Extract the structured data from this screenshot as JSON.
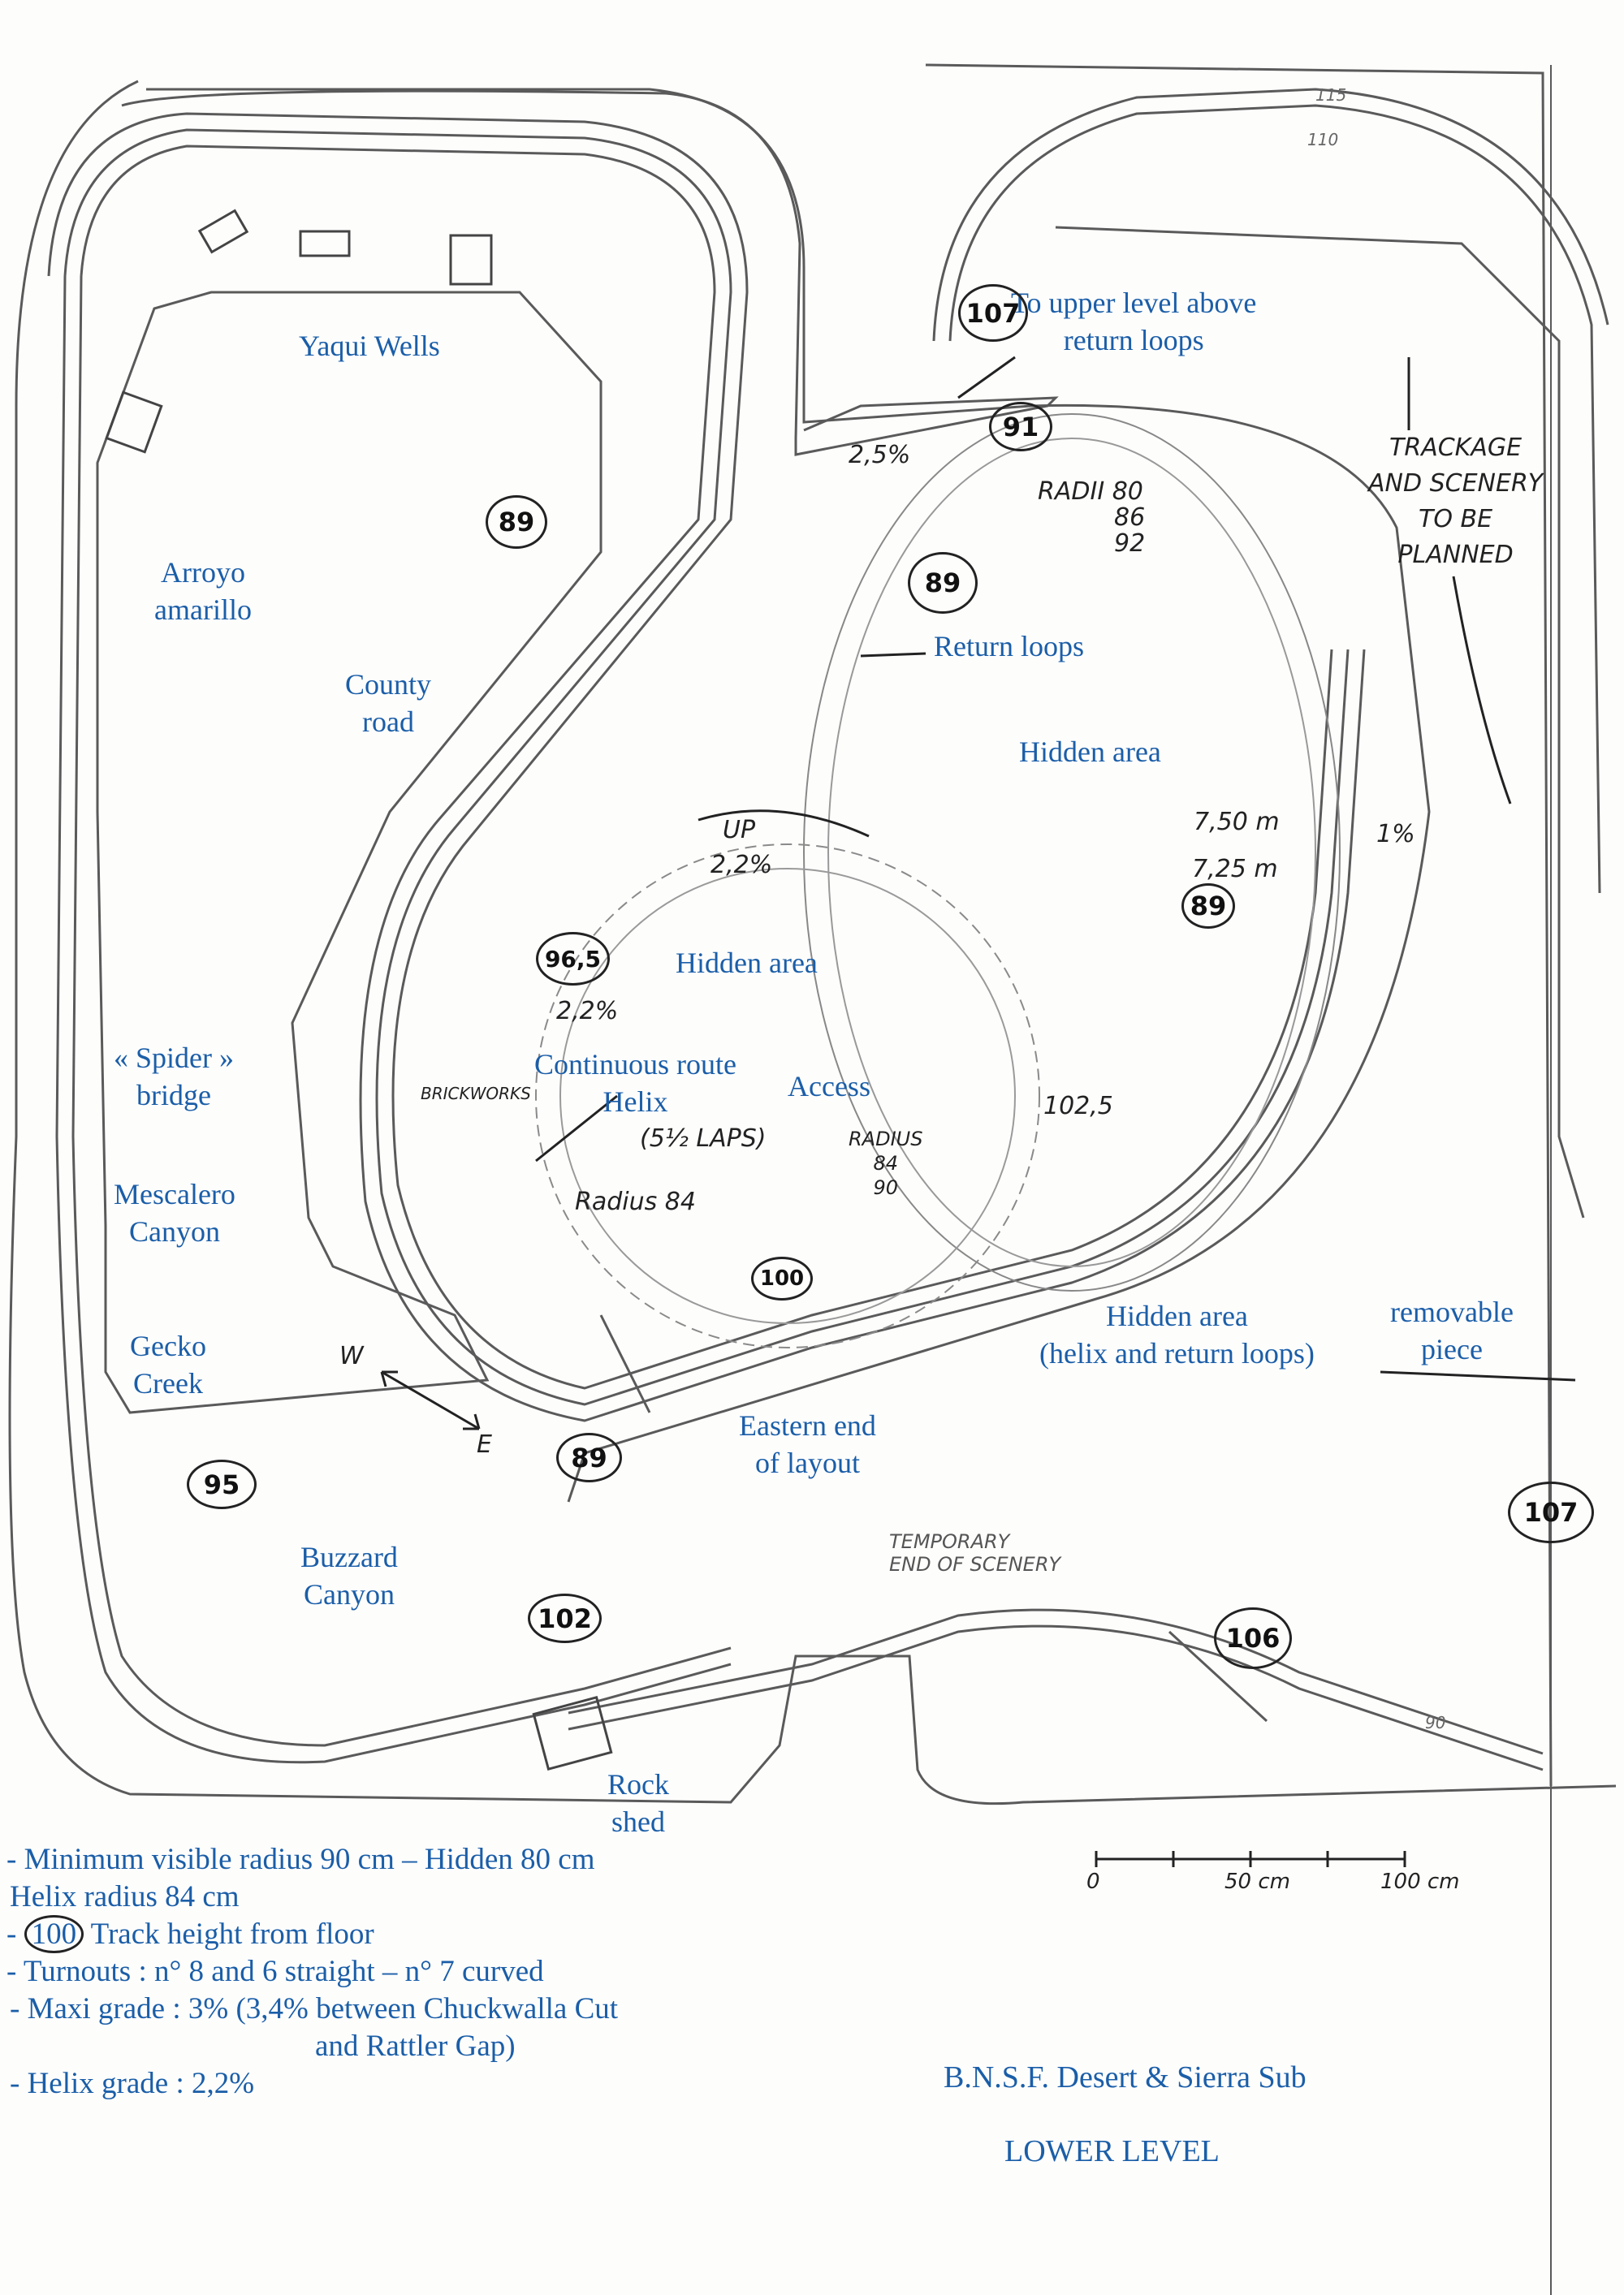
{
  "map_labels": {
    "yaqui_wells": "Yaqui Wells",
    "arroyo_amarillo": [
      "Arroyo",
      "amarillo"
    ],
    "county_road": [
      "County",
      "road"
    ],
    "spider_bridge": [
      "« Spider »",
      "bridge"
    ],
    "mescalero_canyon": [
      "Mescalero",
      "Canyon"
    ],
    "gecko_creek": [
      "Gecko",
      "Creek"
    ],
    "buzzard_canyon": [
      "Buzzard",
      "Canyon"
    ],
    "rock_shed": [
      "Rock",
      "shed"
    ],
    "to_upper_level": [
      "To upper level above",
      "return loops"
    ],
    "return_loops": "Return loops",
    "hidden_area_right": "Hidden area",
    "hidden_area_center": "Hidden area",
    "continuous_route": [
      "Continuous route",
      "Helix"
    ],
    "access": "Access",
    "hidden_area_bottom": [
      "Hidden area",
      "(helix and return loops)"
    ],
    "removable_piece": [
      "removable",
      "piece"
    ],
    "eastern_end": [
      "Eastern end",
      "of layout"
    ]
  },
  "handwritten": {
    "trackage": [
      "TRACKAGE",
      "AND SCENERY",
      "TO BE",
      "PLANNED"
    ],
    "radii_top": "RADII 80",
    "radii_86": "86",
    "radii_92": "92",
    "grade_25": "2,5%",
    "grade_1": "1%",
    "up": "UP",
    "grade_22_up": "2,2%",
    "grade_22_helix": "2,2%",
    "laps": "(5½ LAPS)",
    "radius_84": "Radius 84",
    "radius_84_90": [
      "RADIUS",
      "84",
      "90"
    ],
    "dist_750": "7,50 m",
    "dist_725": "7,25 m",
    "height_1025": "102,5",
    "brickworks": "BRICKWORKS",
    "temporary_end": [
      "TEMPORARY",
      "END OF SCENERY"
    ],
    "compass_w": "W",
    "compass_e": "E",
    "edge_115": "115",
    "edge_110": "110",
    "edge_90": "90"
  },
  "track_heights": {
    "h89_yaqui": "89",
    "h107_top": "107",
    "h91": "91",
    "h89_return": "89",
    "h89_right": "89",
    "h965": "96,5",
    "h100": "100",
    "h89_bottom": "89",
    "h95": "95",
    "h102": "102",
    "h106": "106",
    "h107_right": "107"
  },
  "scale": {
    "ticks": [
      "0",
      "50 cm",
      "100 cm"
    ],
    "max_cm": 100
  },
  "legend": {
    "line1": "- Minimum visible radius 90 cm – Hidden 80 cm",
    "line2": "Helix radius 84 cm",
    "line3_prefix": "- ",
    "line3_boxed": "100",
    "line3_text": " Track height from floor",
    "line4": "- Turnouts : n° 8 and 6 straight – n° 7 curved",
    "line5": "- Maxi grade : 3% (3,4% between Chuckwalla Cut",
    "line5b": "and Rattler Gap)",
    "line6": "- Helix grade : 2,2%"
  },
  "title": {
    "line1": "B.N.S.F. Desert & Sierra Sub",
    "line2": "LOWER LEVEL"
  },
  "colors": {
    "label_blue": "#1b5ea8",
    "pencil": "#555555"
  }
}
